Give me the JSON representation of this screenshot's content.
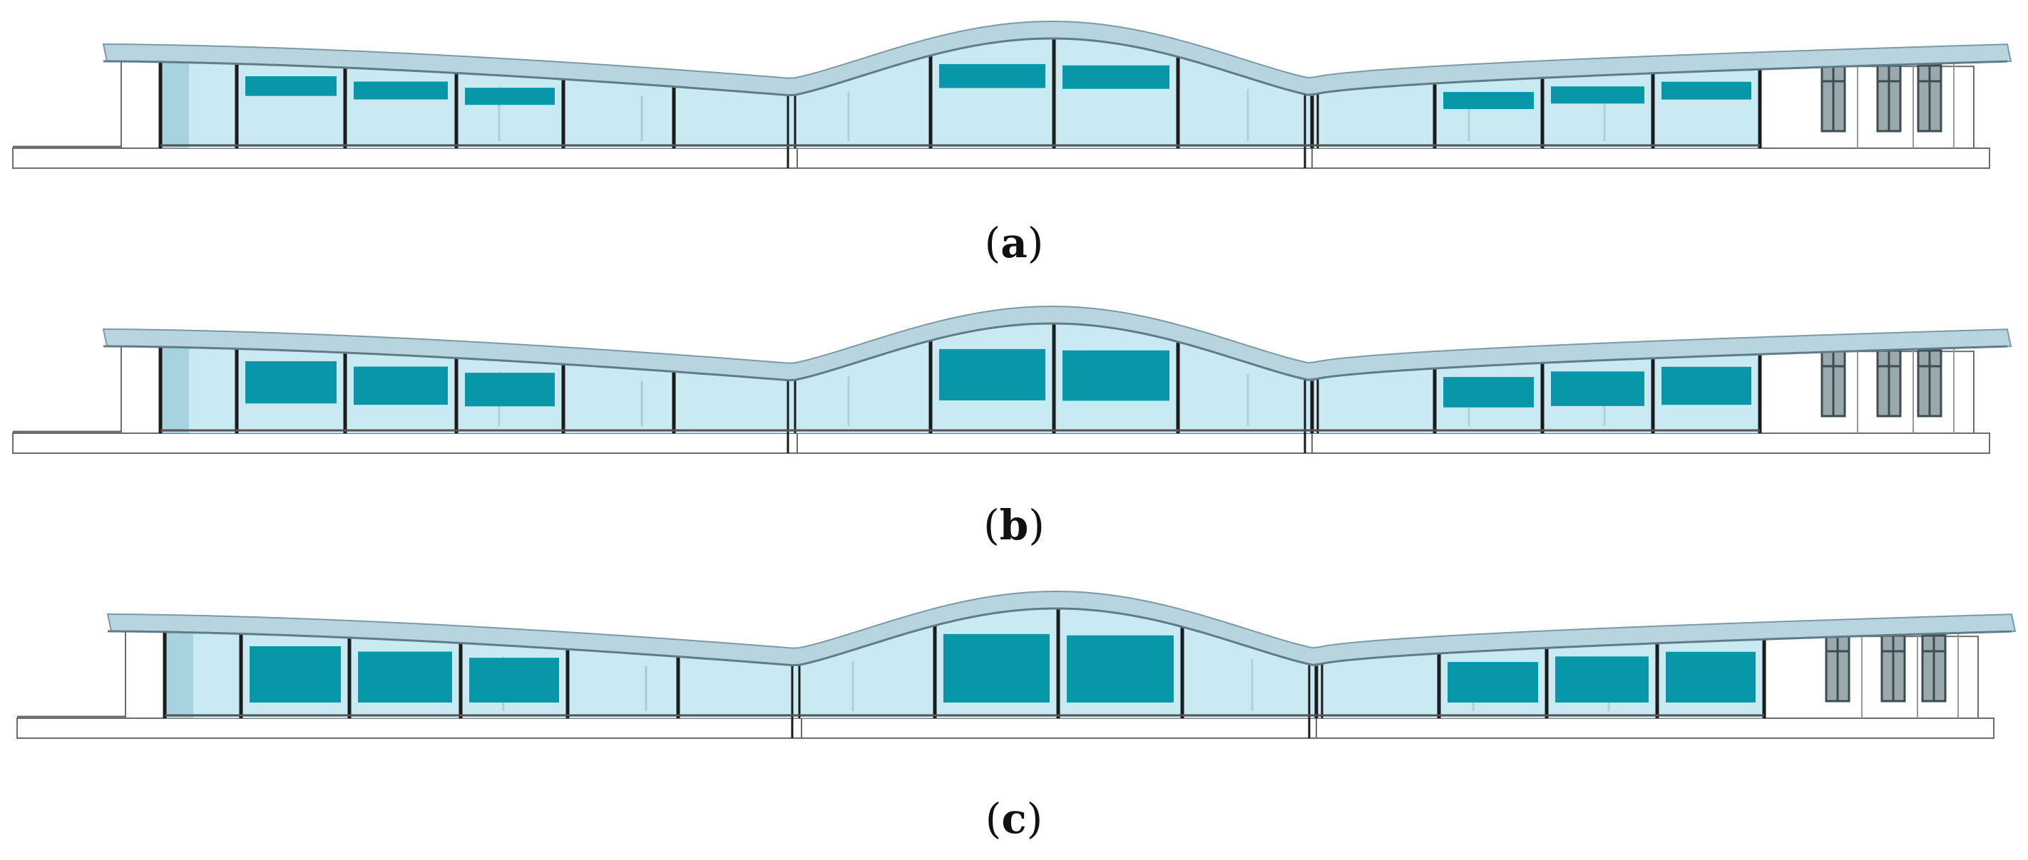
{
  "panels": [
    {
      "label_open": "(",
      "label_letter": "a",
      "label_close": ")",
      "shade_scale": 0.35
    },
    {
      "label_open": "(",
      "label_letter": "b",
      "label_close": ")",
      "shade_scale": 0.75
    },
    {
      "label_open": "(",
      "label_letter": "c",
      "label_close": ")",
      "shade_scale": 1.0
    }
  ],
  "colors": {
    "roof": "#b8d4df",
    "roof_edge": "#7a9aa8",
    "glass": "#c9eaf2",
    "glass_dark": "#a6d3de",
    "mullion": "#1b1b1b",
    "shade": "#0797a9",
    "wall": "#ffffff",
    "outline": "#6d6d6d",
    "window_dark": "#3d4b52"
  }
}
